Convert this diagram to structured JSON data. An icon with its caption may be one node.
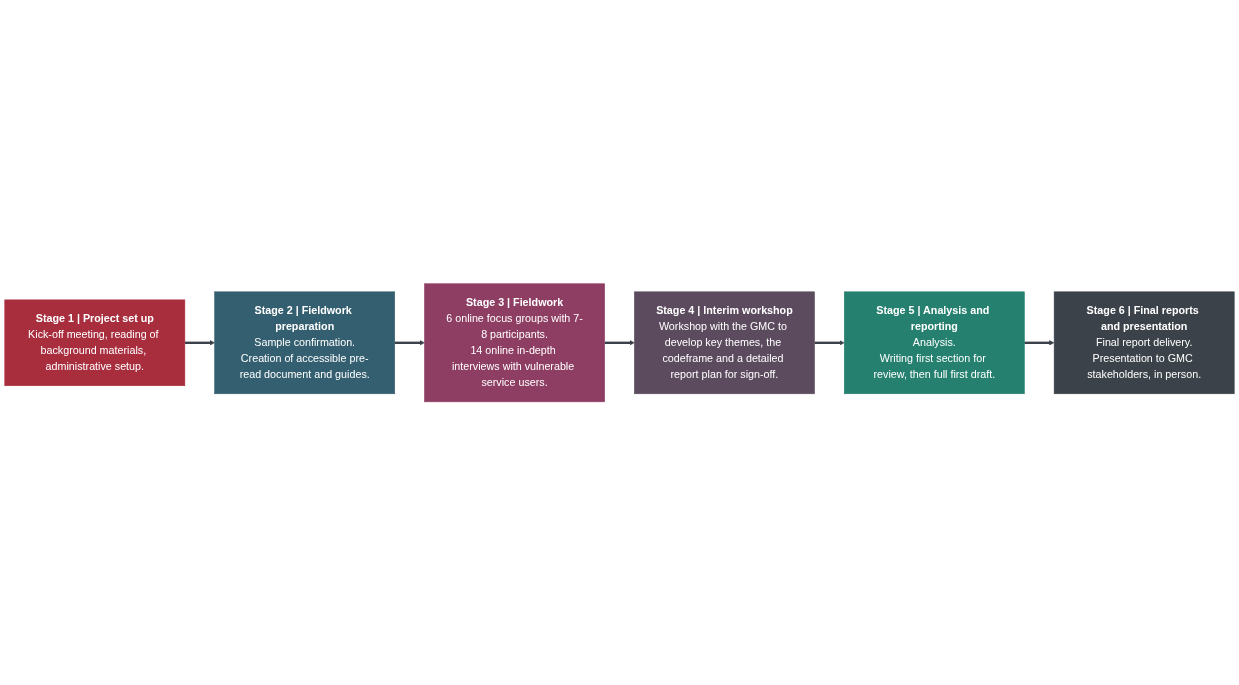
{
  "diagram": {
    "nodes": [
      {
        "text": [
          "Stage 1 | Project set up",
          "Kick-off meeting, reading of background materials, administrative setup."
        ]
      },
      {
        "text": [
          "Stage 2 | Fieldwork preparation",
          "Sample confirmation.",
          "Creation of accessible pre-read document and guides."
        ]
      },
      {
        "text": [
          "Stage 3 | Fieldwork",
          "6 online focus groups with 7-8 participants.",
          "14 online in-depth interviews with vulnerable service users."
        ]
      },
      {
        "text": [
          "Stage 4 | Interim workshop",
          "Workshop with the GMC to develop key themes, the codeframe and a detailed report plan for sign-off."
        ]
      },
      {
        "text": [
          "Stage 5 | Analysis and reporting",
          "Analysis.",
          "Writing first section for review, then full first draft."
        ]
      },
      {
        "text": [
          "Stage 6 | Final reports and presentation",
          "Final report delivery.",
          "Presentation to GMC stakeholders, in person."
        ]
      }
    ],
    "edges": [
      {
        "from": 0,
        "to": 1,
        "arrow": "to"
      },
      {
        "from": 1,
        "to": 2,
        "arrow": "to"
      },
      {
        "from": 2,
        "to": 3,
        "arrow": "to"
      },
      {
        "from": 3,
        "to": 4,
        "arrow": "to"
      },
      {
        "from": 4,
        "to": 5,
        "arrow": "to"
      }
    ]
  }
}
